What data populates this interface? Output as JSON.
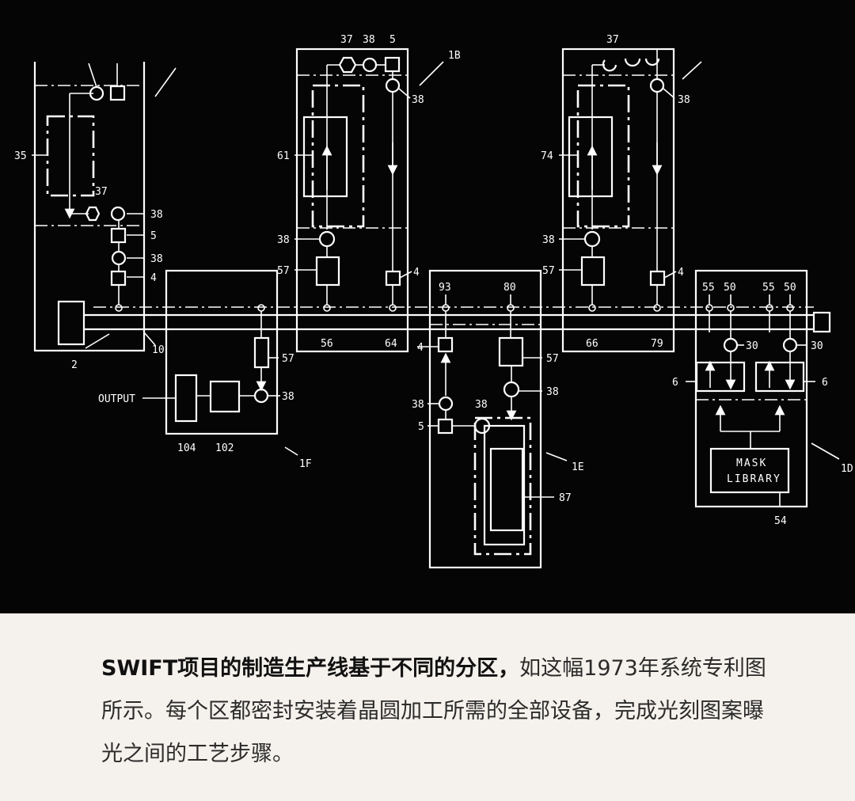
{
  "diagram": {
    "labels": {
      "l35": "35",
      "l37a": "37",
      "l38a": "38",
      "l5a": "5",
      "l38b": "38",
      "l4a": "4",
      "l2": "2",
      "l10": "10",
      "l37b": "37",
      "l38c": "38",
      "l5b": "5",
      "l1B": "1B",
      "l38d": "38",
      "l61": "61",
      "l38e": "38",
      "l57a": "57",
      "l4b": "4",
      "l56": "56",
      "l64": "64",
      "l37c": "37",
      "l38f": "38",
      "l74": "74",
      "l38g": "38",
      "l57b": "57",
      "l4c": "4",
      "l66": "66",
      "l79": "79",
      "l93": "93",
      "l80": "80",
      "l4d": "4",
      "l57c": "57",
      "l38h": "38",
      "l38i": "38",
      "l5c": "5",
      "l38j": "38",
      "l1E": "1E",
      "l87": "87",
      "l57d": "57",
      "l38k": "38",
      "output": "OUTPUT",
      "l104": "104",
      "l102": "102",
      "l1F": "1F",
      "l55a": "55",
      "l50a": "50",
      "l55b": "55",
      "l50b": "50",
      "l30a": "30",
      "l30b": "30",
      "l6a": "6",
      "l6b": "6",
      "mask1": "MASK",
      "mask2": "LIBRARY",
      "l54": "54",
      "l1D": "1D"
    }
  },
  "caption": {
    "bold": "SWIFT项目的制造生产线基于不同的分区，",
    "text": "如这幅1973年系统专利图所示。每个区都密封安装着晶圆加工所需的全部设备，完成光刻图案曝光之间的工艺步骤。"
  }
}
